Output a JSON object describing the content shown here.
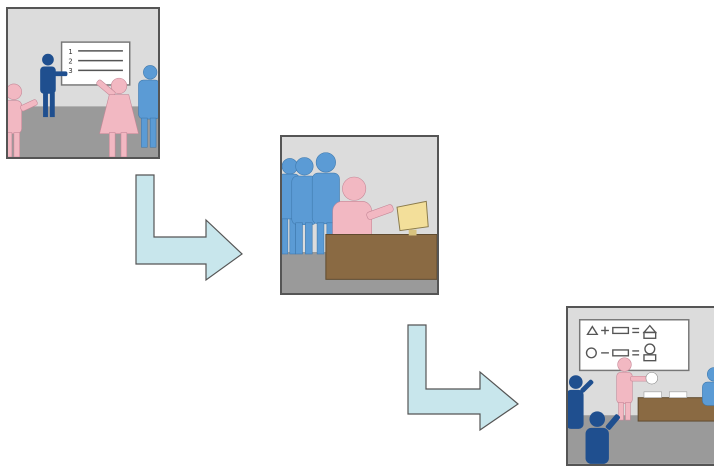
{
  "diagram": {
    "colors": {
      "panel_bg": "#dcdcdc",
      "floor": "#9a9a9a",
      "pink": "#f2b8c2",
      "dark_blue": "#1f4f8f",
      "light_blue": "#5b9bd5",
      "desk": "#8a6a43",
      "monitor": "#f3df9a",
      "arrow_fill": "#c8e6ec",
      "arrow_stroke": "#555555"
    },
    "whiteboard_steps": [
      "1",
      "2",
      "3"
    ]
  }
}
